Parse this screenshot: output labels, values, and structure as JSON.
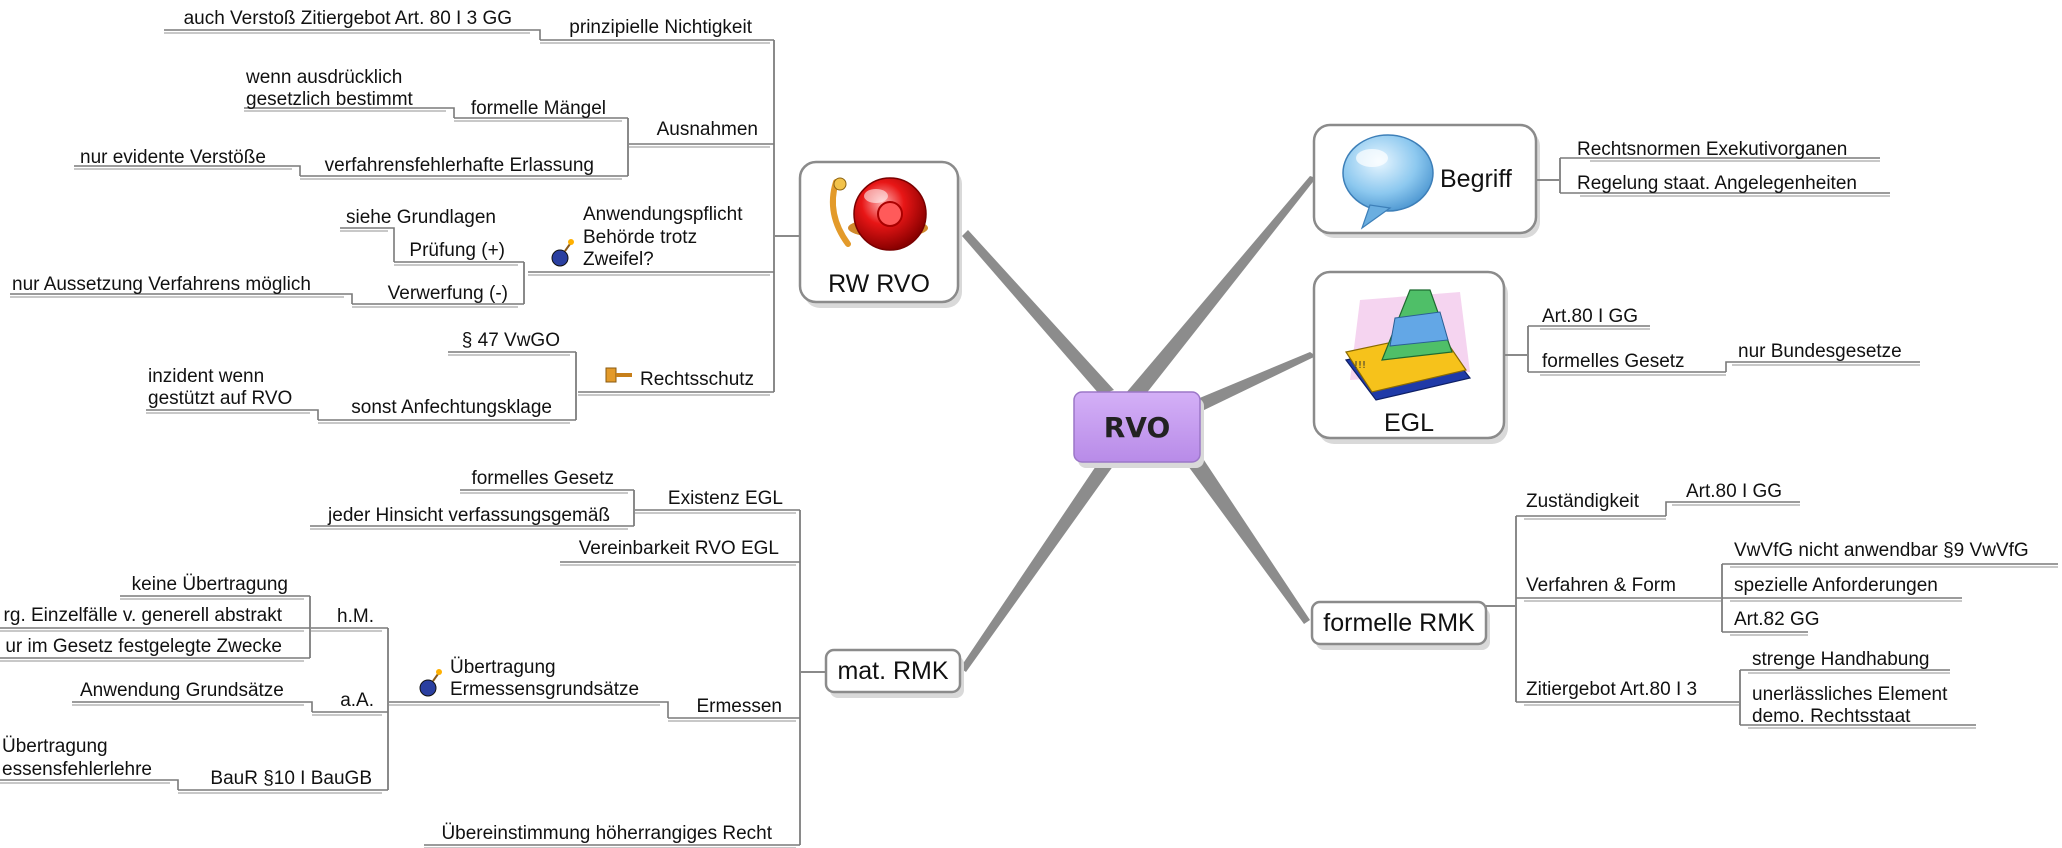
{
  "center": {
    "label": "RVO",
    "color": "#c9a0f0"
  },
  "right": {
    "begriff": {
      "label": "Begriff",
      "icon": "speech-bubble-icon",
      "children": [
        "Rechtsnormen Exekutivorganen",
        "Regelung staat. Angelegenheiten"
      ]
    },
    "egl": {
      "label": "EGL",
      "icon": "house-of-cards-book-icon",
      "children": [
        "Art.80 I GG",
        "formelles Gesetz"
      ],
      "sub": "nur Bundesgesetze"
    },
    "formelle_rmk": {
      "label": "formelle RMK",
      "zustaendigkeit": {
        "label": "Zuständigkeit",
        "child": "Art.80 I GG"
      },
      "verfahren": {
        "label": "Verfahren & Form",
        "children": [
          "VwVfG nicht anwendbar §9 VwVfG",
          "spezielle Anforderungen",
          "Art.82 GG"
        ]
      },
      "zitiergebot": {
        "label": "Zitiergebot Art.80 I 3",
        "children": [
          "strenge Handhabung"
        ],
        "multi": [
          "unerlässliches Element",
          "demo. Rechtsstaat"
        ]
      }
    }
  },
  "left": {
    "rw_rvo": {
      "label": "RW RVO",
      "icon": "alarm-bell-icon",
      "prinzipielle": {
        "label": "prinzipielle Nichtigkeit",
        "child": "auch Verstoß Zitiergebot Art. 80 I 3 GG"
      },
      "ausnahmen": {
        "label": "Ausnahmen",
        "formelle_maengel": {
          "label": "formelle Mängel",
          "child": [
            "wenn ausdrücklich",
            "gesetzlich bestimmt"
          ]
        },
        "verfahren": {
          "label": "verfahrensfehlerhafte Erlassung",
          "child": "nur evidente Verstöße"
        }
      },
      "anwendungspflicht": {
        "label": [
          "Anwendungspflicht",
          "Behörde trotz",
          "Zweifel?"
        ],
        "icon": "bomb-icon",
        "pruefung": {
          "label": "Prüfung (+)",
          "child": "siehe Grundlagen"
        },
        "verwerfung": {
          "label": "Verwerfung (-)",
          "child": "nur Aussetzung Verfahrens möglich"
        }
      },
      "rechtsschutz": {
        "label": "Rechtsschutz",
        "icon": "gavel-icon",
        "children": [
          "§ 47 VwGO",
          "sonst Anfechtungsklage"
        ],
        "sub": [
          "inzident wenn",
          "gestützt auf RVO"
        ]
      }
    },
    "mat_rmk": {
      "label": "mat. RMK",
      "existenz": {
        "label": "Existenz EGL",
        "children": [
          "formelles Gesetz",
          "jeder Hinsicht verfassungsgemäß"
        ]
      },
      "vereinbarkeit": {
        "label": "Vereinbarkeit RVO EGL"
      },
      "ermessen": {
        "label": "Ermessen",
        "uebertragung": {
          "label": [
            "Übertragung",
            "Ermessensgrundsätze"
          ],
          "icon": "bomb-icon",
          "hm": {
            "label": "h.M.",
            "children": [
              "keine Übertragung",
              "rg. Einzelfälle v. generell abstrakt",
              "ur im Gesetz festgelegte Zwecke"
            ]
          },
          "aa": {
            "label": "a.A.",
            "child": "Anwendung Grundsätze"
          },
          "baur": {
            "label": "BauR §10 I BauGB",
            "child": [
              "Übertragung",
              "essensfehlerlehre"
            ]
          }
        }
      },
      "uebereinstimmung": {
        "label": "Übereinstimmung höherrangiges Recht"
      }
    }
  }
}
